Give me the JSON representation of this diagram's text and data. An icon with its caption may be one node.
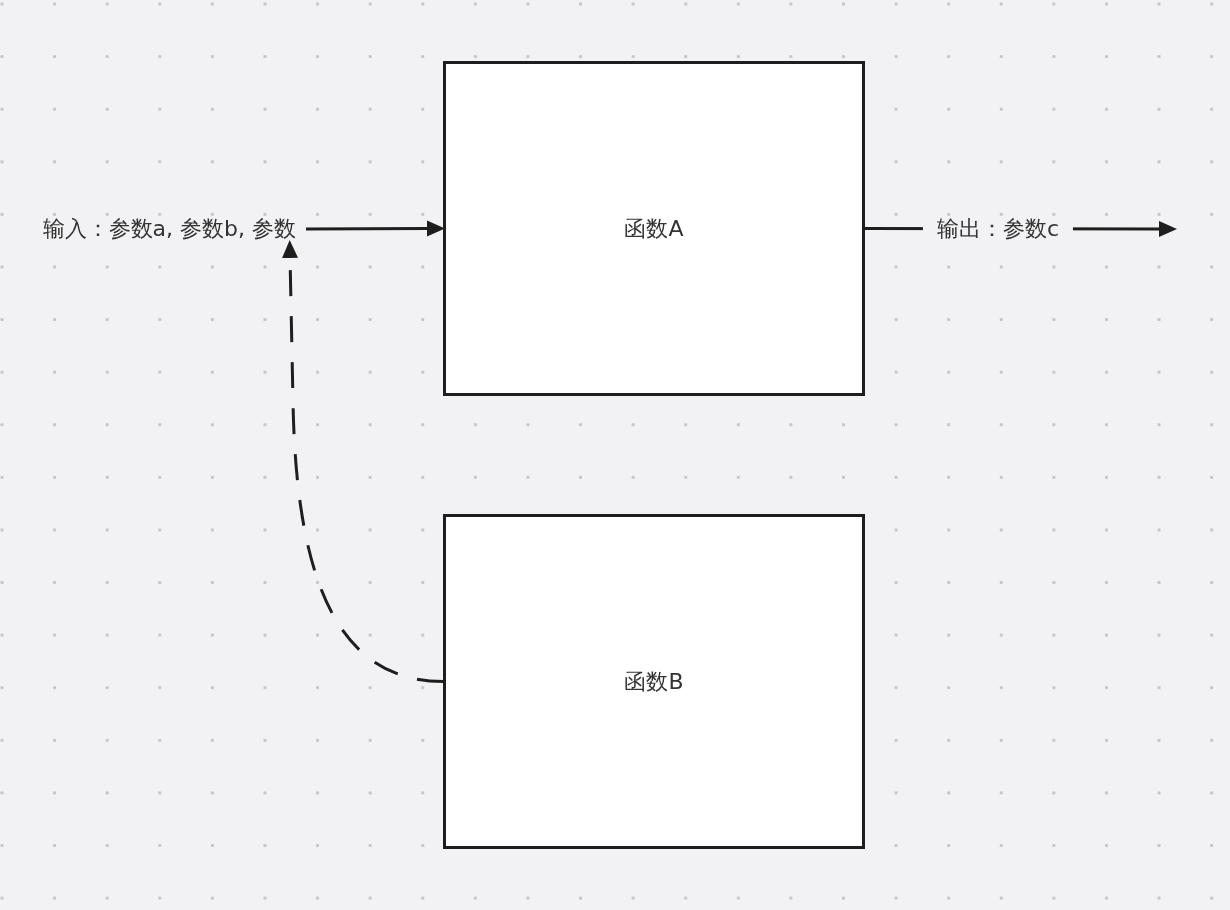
{
  "diagram": {
    "nodes": [
      {
        "text": [
          "输入：参数a, 参数b, 参数"
        ]
      },
      {
        "text": [
          "函数A"
        ]
      },
      {
        "text": [
          "函数B"
        ]
      }
    ],
    "edges": [
      {
        "from": 0,
        "to": 1,
        "arrow": "to"
      },
      {
        "from": 1,
        "to": null,
        "arrow": "to",
        "label": "输出：参数c"
      },
      {
        "from": 2,
        "to": 0,
        "arrow": "to",
        "style": "dashed"
      }
    ]
  }
}
